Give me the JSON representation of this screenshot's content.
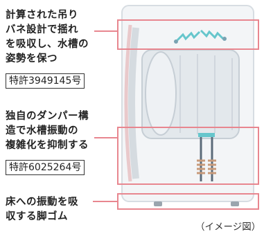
{
  "features": [
    {
      "id": "suspension",
      "lines": [
        "計算された吊り",
        "バネ設計で揺れ",
        "を吸収し、水槽の",
        "姿勢を保つ"
      ],
      "patent": "特許3949145号"
    },
    {
      "id": "damper",
      "lines": [
        "独自のダンパー構",
        "造で水槽振動の",
        "複雑化を抑制する"
      ],
      "patent": "特許6025264号"
    },
    {
      "id": "rubber-feet",
      "lines": [
        "床への振動を吸",
        "収する脚ゴム"
      ]
    }
  ],
  "caption": "（イメージ図）",
  "colors": {
    "highlight": "#e8868f",
    "text": "#222222",
    "machine": "#cfd6dc",
    "spring": "#66c6cc"
  }
}
